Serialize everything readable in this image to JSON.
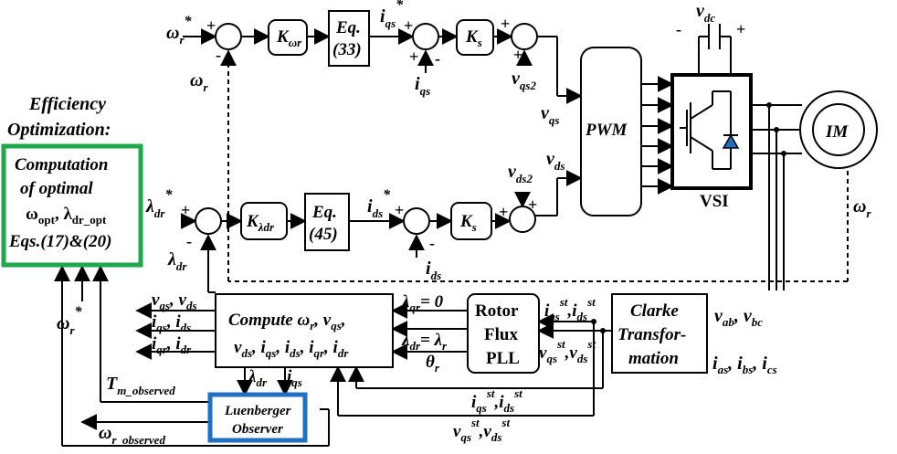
{
  "colors": {
    "green": "#1fa84a",
    "blue": "#1f6fc4",
    "black": "#000000"
  },
  "icons": [
    "inverter-switch-icon",
    "capacitor-icon",
    "motor-icon",
    "diode-icon"
  ],
  "blocks": {
    "k_wr": {
      "main": "K",
      "sub": "ωr"
    },
    "eq33": {
      "line1": "Eq.",
      "line2": "(33)"
    },
    "ks_top": {
      "main": "K",
      "sub": "s"
    },
    "pwm": "PWM",
    "vsi": "VSI",
    "im": "IM",
    "k_ldr": {
      "main": "K",
      "sub": "λdr"
    },
    "eq45": {
      "line1": "Eq.",
      "line2": "(45)"
    },
    "ks_mid": {
      "main": "K",
      "sub": "s"
    },
    "rotor_pll": {
      "line1": "Rotor",
      "line2": "Flux",
      "line3": "PLL"
    },
    "clarke": {
      "line1": "Clarke",
      "line2": "Transfor-",
      "line3": "mation"
    },
    "compute": {
      "line1": "Compute ω",
      "line1_sub": "r",
      "line1_rest": ", v",
      "line1_sub2": "qs",
      "line1_end": ",",
      "line2": "v",
      "line2_sub": "ds",
      "line2_rest": ", i",
      "line2_sub2": "qs",
      "line2_r3": ", i",
      "line2_sub3": "ds",
      "line2_r4": ", i",
      "line2_sub4": "qr",
      "line2_r5": ", i",
      "line2_sub5": "dr"
    },
    "luenberger": {
      "line1": "Luenberger",
      "line2": "Observer"
    },
    "efficiency_title": {
      "line1": "Efficiency",
      "line2": "Optimization:"
    },
    "optimal": {
      "line1": "Computation",
      "line2": "of optimal",
      "line3_a": "ω",
      "line3_sub1": "opt",
      "line3_b": ", λ",
      "line3_sub2": "dr_opt",
      "line4": "Eqs.(17)&(20)"
    }
  },
  "signals": {
    "wr_ref": {
      "main": "ω",
      "sub": "r",
      "sup": "*"
    },
    "wr_fb": {
      "main": "ω",
      "sub": "r"
    },
    "iqs_ref": {
      "main": "i",
      "sub": "qs",
      "sup": "*"
    },
    "iqs": {
      "main": "i",
      "sub": "qs"
    },
    "vqs2": {
      "main": "v",
      "sub": "qs2"
    },
    "vqs": {
      "main": "v",
      "sub": "qs"
    },
    "vdc": {
      "main": "v",
      "sub": "dc"
    },
    "ldr_ref": {
      "main": "λ",
      "sub": "dr",
      "sup": "*"
    },
    "ldr": {
      "main": "λ",
      "sub": "dr"
    },
    "ids_ref": {
      "main": "i",
      "sub": "ds",
      "sup": "*"
    },
    "ids": {
      "main": "i",
      "sub": "ds"
    },
    "vds2": {
      "main": "v",
      "sub": "ds2"
    },
    "vds": {
      "main": "v",
      "sub": "ds"
    },
    "wr_motor": {
      "main": "ω",
      "sub": "r"
    },
    "wr_ref_opt": {
      "main": "ω",
      "sub": "r",
      "sup": "*"
    },
    "vqs_vds": {
      "a": "v",
      "a_sub": "qs",
      "mid": ", v",
      "b_sub": "ds"
    },
    "iqs_ids": {
      "a": "i",
      "a_sub": "qs",
      "mid": ", i",
      "b_sub": "ds"
    },
    "iqr_idr": {
      "a": "i",
      "a_sub": "qr",
      "mid": ", i",
      "b_sub": "dr"
    },
    "lqr_zero": {
      "main": "λ",
      "sub": "qr",
      "rest": "= 0"
    },
    "ldr_lr": {
      "main": "λ",
      "sub": "dr",
      "rest": "= λ",
      "sub2": "r"
    },
    "theta_r": {
      "main": "θ",
      "sub": "r"
    },
    "ist": {
      "a": "i",
      "a_sub": "qs",
      "a_sup": "st",
      "mid": ",i",
      "b_sub": "ds",
      "b_sup": "st"
    },
    "vst": {
      "a": "v",
      "a_sub": "qs",
      "a_sup": "st",
      "mid": ",v",
      "b_sub": "ds",
      "b_sup": "st"
    },
    "ist_low": {
      "a": "i",
      "a_sub": "qs",
      "a_sup": "st",
      "mid": ",i",
      "b_sub": "ds",
      "b_sup": "st"
    },
    "vst_low": {
      "a": "v",
      "a_sub": "qs",
      "a_sup": "st",
      "mid": ",v",
      "b_sub": "ds",
      "b_sup": "st"
    },
    "vab_vbc": {
      "a": "v",
      "a_sub": "ab",
      "mid": ", v",
      "b_sub": "bc"
    },
    "ias_ibs_ics": {
      "a": "i",
      "a_sub": "as",
      "mid": ", i",
      "b_sub": "bs",
      "mid2": ", i",
      "c_sub": "cs"
    },
    "ldr_obs": {
      "main": "λ",
      "sub": "dr"
    },
    "iqs_obs": {
      "main": "i",
      "sub": "qs"
    },
    "tm_obs": {
      "main": "T",
      "sub": "m_observed"
    },
    "wr_obs": {
      "main": "ω",
      "sub": "r_observed"
    }
  },
  "signs": {
    "plus": "+",
    "minus": "-"
  }
}
